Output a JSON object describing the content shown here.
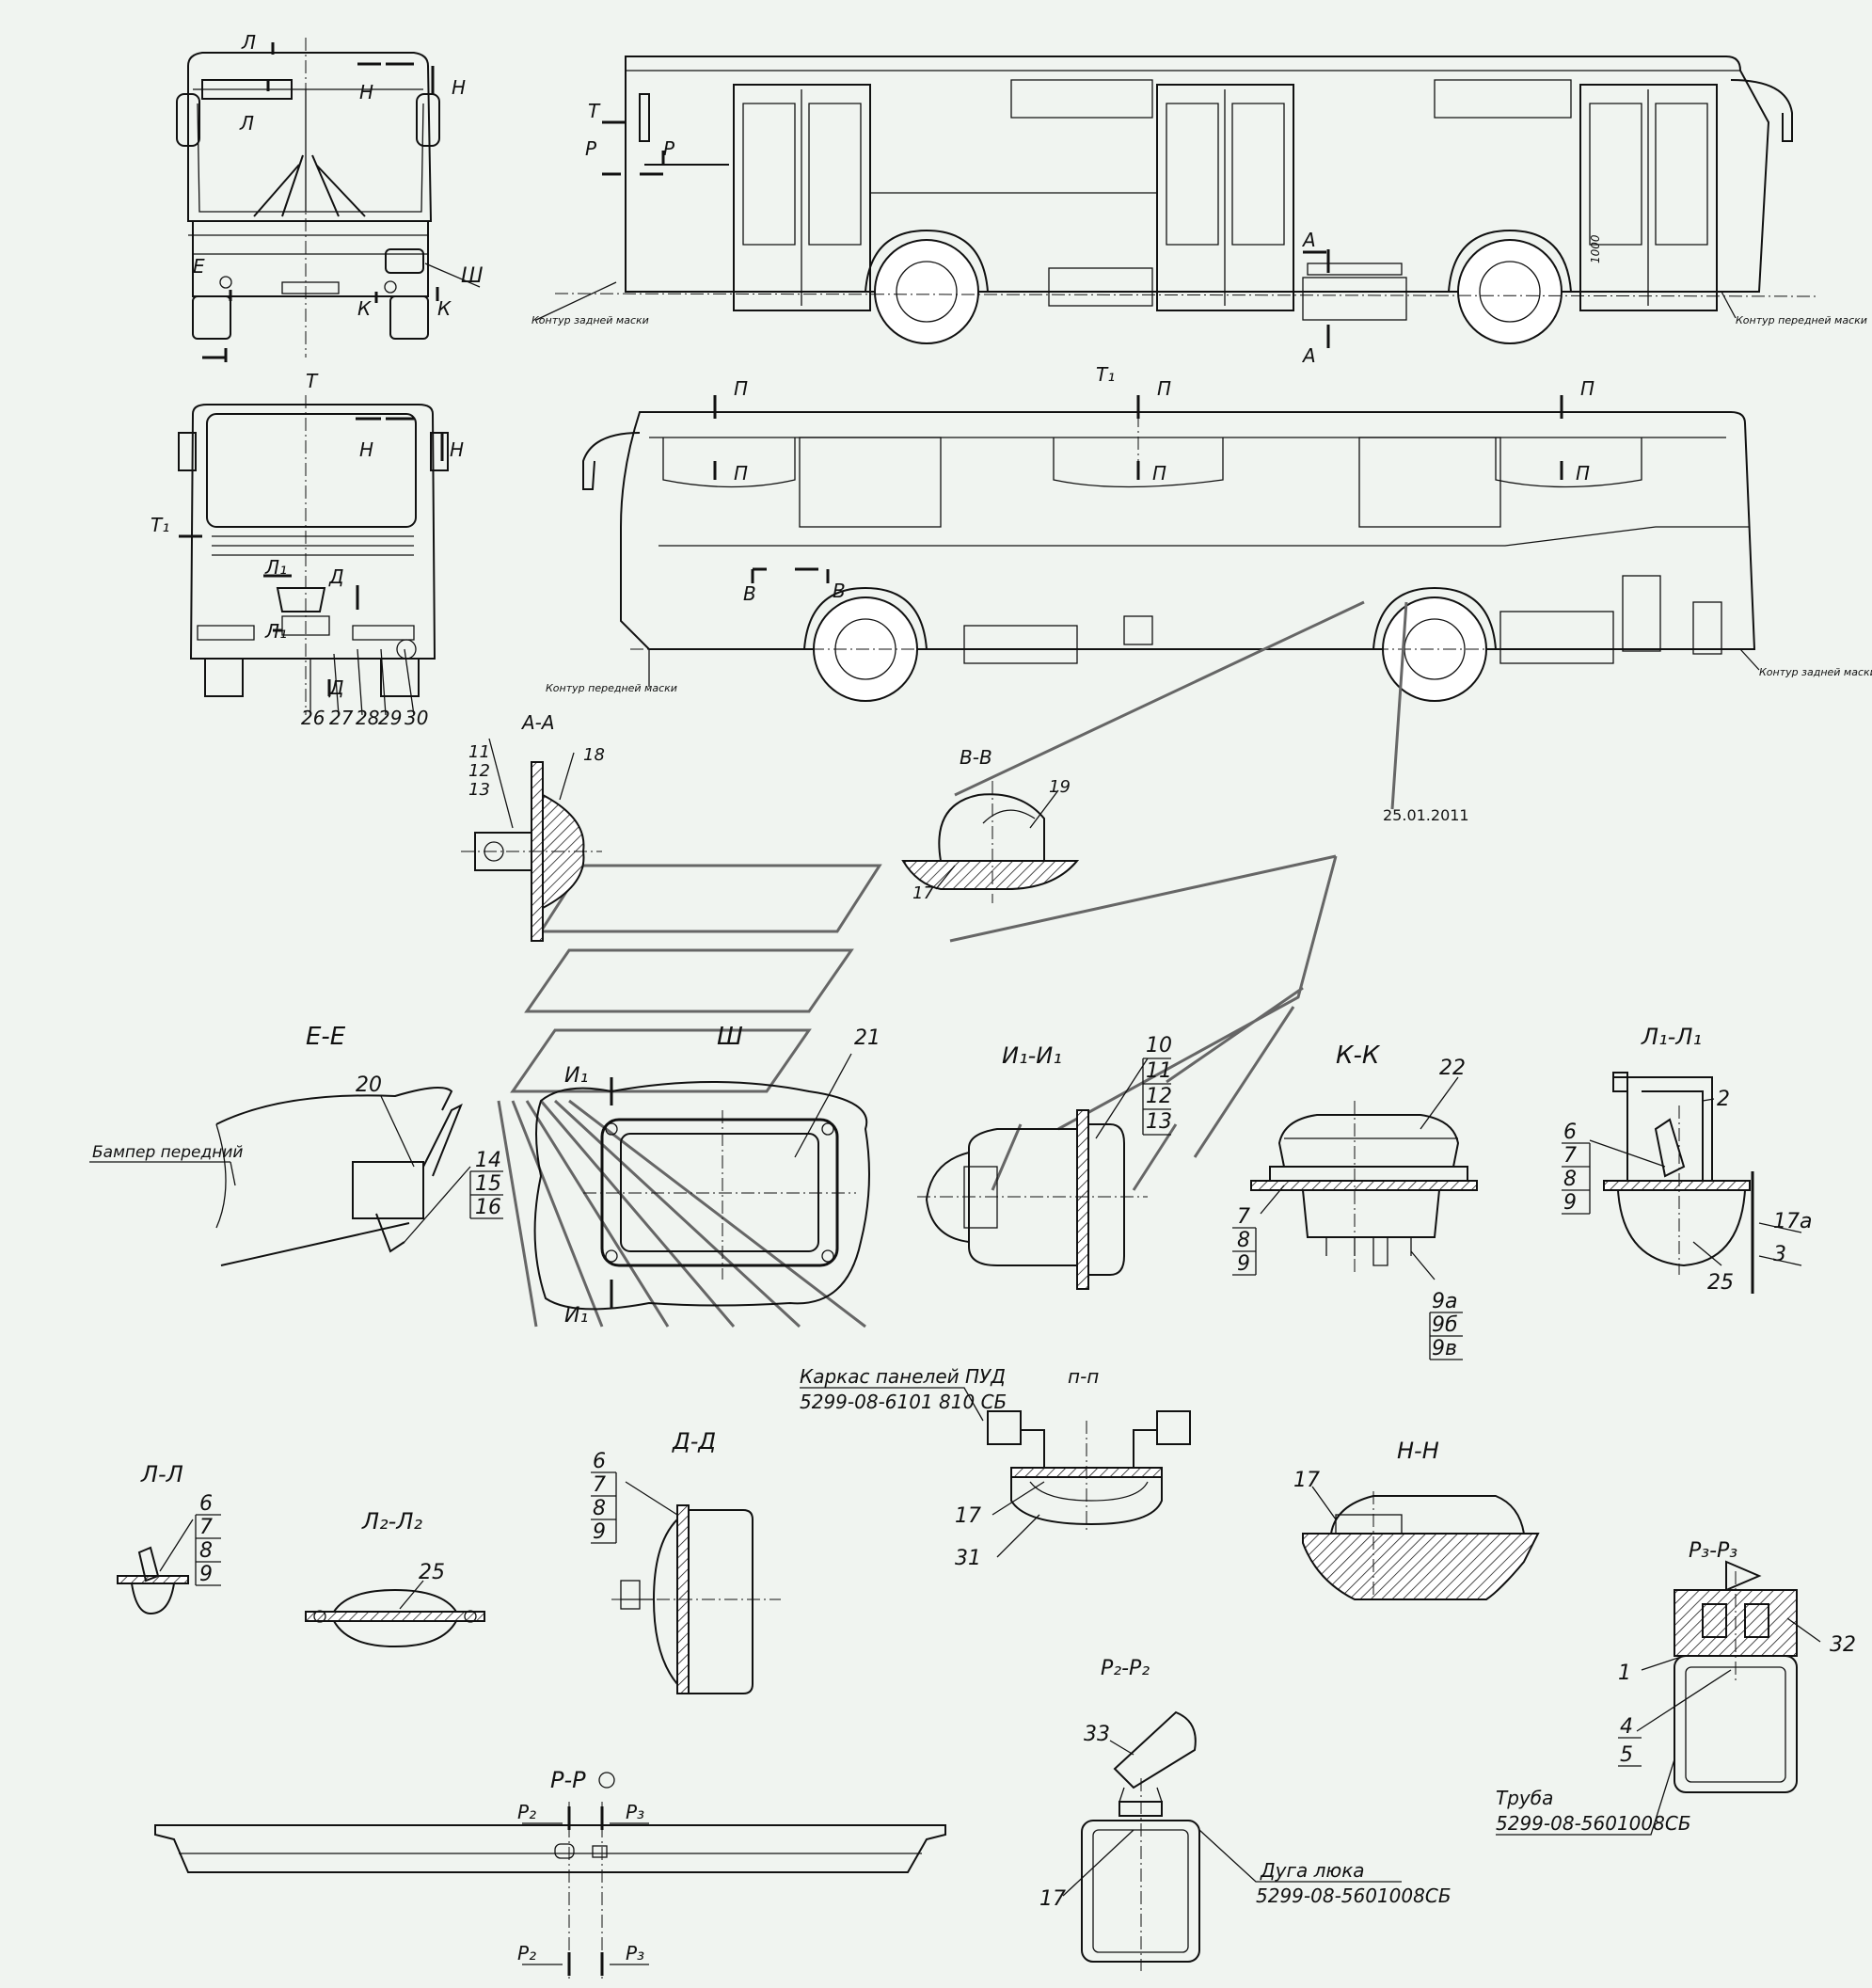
{
  "date_stamp": "25.01.2011",
  "front_view": {
    "labels": [
      "Л",
      "Л",
      "Н",
      "Н",
      "Е",
      "Ш",
      "К",
      "К"
    ]
  },
  "rear_view": {
    "title": "Т",
    "labels": [
      "Н",
      "Н",
      "Т₁",
      "Л₁",
      "Д",
      "Л₁",
      "Д"
    ],
    "callouts": [
      "26",
      "27",
      "28",
      "29",
      "30"
    ]
  },
  "side_view_right": {
    "labels": [
      "Т",
      "Р",
      "Р",
      "А",
      "А"
    ],
    "rear_contour": "Контур задней маски",
    "front_contour": "Контур передней маски",
    "door_text": "1000"
  },
  "side_view_left": {
    "title": "Т₁",
    "labels": [
      "П",
      "П",
      "П",
      "П",
      "П",
      "П",
      "В",
      "В"
    ],
    "front_contour": "Контур передней маски",
    "rear_contour": "Контур задней маски"
  },
  "section_AA": {
    "title": "А-А",
    "callouts": [
      "11",
      "12",
      "13",
      "18"
    ]
  },
  "section_BB": {
    "title": "В-В",
    "callouts": [
      "19",
      "17"
    ]
  },
  "section_EE": {
    "title": "Е-Е",
    "callouts": [
      "20",
      "14",
      "15",
      "16"
    ],
    "bumper_label": "Бампер передний"
  },
  "section_SH": {
    "title": "Ш",
    "callouts": [
      "21"
    ],
    "labels": [
      "И₁",
      "И₁"
    ]
  },
  "section_I1": {
    "title": "И₁-И₁",
    "callouts": [
      "10",
      "11",
      "12",
      "13"
    ]
  },
  "section_KK": {
    "title": "К-К",
    "callouts": [
      "22",
      "7",
      "8",
      "9",
      "9а",
      "9б",
      "9в"
    ]
  },
  "section_L1": {
    "title": "Л₁-Л₁",
    "callouts": [
      "2",
      "6",
      "7",
      "8",
      "9",
      "17а",
      "3",
      "25"
    ]
  },
  "section_PP": {
    "title": "п-п",
    "callouts": [
      "17",
      "31"
    ],
    "frame_label_1": "Каркас панелей ПУД",
    "frame_label_2": "5299-08-6101 810 СБ"
  },
  "section_LL": {
    "title": "Л-Л",
    "callouts": [
      "6",
      "7",
      "8",
      "9"
    ]
  },
  "section_L2": {
    "title": "Л₂-Л₂",
    "callouts": [
      "25"
    ]
  },
  "section_DD": {
    "title": "Д-Д",
    "callouts": [
      "6",
      "7",
      "8",
      "9"
    ]
  },
  "section_NN": {
    "title": "Н-Н",
    "callouts": [
      "17"
    ]
  },
  "section_R3": {
    "title": "Р₃-Р₃",
    "callouts": [
      "32",
      "1",
      "4",
      "5"
    ],
    "tube_label_1": "Труба",
    "tube_label_2": "5299-08-5601008СБ"
  },
  "section_R2": {
    "title": "Р₂-Р₂",
    "callouts": [
      "33",
      "17"
    ],
    "arc_label_1": "Дуга люка",
    "arc_label_2": "5299-08-5601008СБ"
  },
  "section_RR": {
    "title": "Р-Р",
    "labels": [
      "Р₂",
      "Р₃",
      "Р₂",
      "Р₃"
    ]
  }
}
